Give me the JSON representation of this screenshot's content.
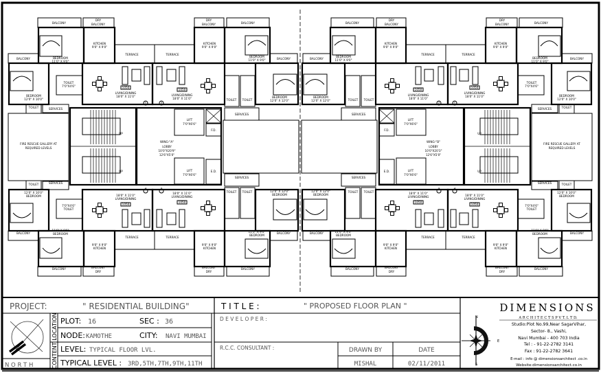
{
  "floor_plan": {
    "unit_rooms": {
      "balcony": "BALCONY",
      "dry_balcony_1": "DRY",
      "dry_balcony_2": "BALCONY",
      "bedroom": "BEDROOM",
      "bedroom_small_dim": "11'0\" X 9'0\"",
      "bedroom_large_dim": "12'0\" X 12'0\"",
      "bedroom_large_dim_alt": "12'0\" X 10'0\"",
      "kitchen": "KITCHEN",
      "kitchen_dim": "9'0\" X 9'0\"",
      "terrace": "TERRACE",
      "toilet": "TOILET",
      "toilet_dim": "7'0\"X4'6\"",
      "living": "LIVING/DINING",
      "living_dim": "18'0\" X 11'0\"",
      "area": "1050",
      "services": "SERVICES",
      "fire_gallery_1": "FIRE RESCUE GALLERY AT",
      "fire_gallery_2": "REQUIRED LEVELS",
      "up": "UP",
      "lift": "LIFT",
      "lift_dim": "7'0\"X6'6\"",
      "fd": "F.D.",
      "ed": "E.D."
    },
    "wings": [
      {
        "lobby_title": "WING-\"A\"",
        "lobby": "LOBBY",
        "dim1": "10'0\"X20'9\"",
        "dim2": "12'6\"X5'0\"",
        "flat_numbers": [
          "1",
          "2",
          "4",
          "3"
        ]
      },
      {
        "lobby_title": "WING-\"B\"",
        "lobby": "LOBBY",
        "dim1": "10'0\"X20'3\"",
        "dim2": "12'6\"X5'0\"",
        "flat_numbers": [
          "1",
          "2",
          "4",
          "3"
        ]
      }
    ]
  },
  "title_block": {
    "project_label": "PROJECT:",
    "project_value": "\" RESIDENTIAL BUILDING\"",
    "north_label": "N O R T H",
    "side_label": "CONTENT LOCATION",
    "plot_label": "PLOT:",
    "plot_value": "16",
    "sec_label": "SEC :",
    "sec_value": "36",
    "node_label": "NODE:",
    "node_value": "KAMOTHE",
    "city_label": "CITY:",
    "city_value": "NAVI MUMBAI",
    "level_label": "LEVEL:",
    "level_value": "TYPICAL FLOOR LVL.",
    "typical_label": "TYPICAL LEVEL :",
    "typical_value": "3RD,5TH,7TH,9TH,11TH",
    "title_label": "T I T L E :",
    "title_value": "\" PROPOSED FLOOR PLAN \"",
    "developer_label": "D E V E L O P E R :",
    "rcc_label": "R.C.C. CONSULTANT :",
    "drawn_by_label": "DRAWN BY",
    "drawn_by_value": "MISHAL",
    "date_label": "DATE",
    "date_value": "02/11/2011"
  },
  "firm": {
    "name": "DIMENSIONS",
    "subtitle": "A R C H I T E C T S  P V T.  L T D.",
    "address1": "Studio:Plot No.99,Near SagarVihar,",
    "address2": "Sector- 8., Vashi,",
    "address3": "Navi Mumbai - 400 703 India",
    "tel": "Tel : - 91-22-2782 3141",
    "fax": "Fax : 91-22-2782 3641",
    "email": "E-mail : info @ dimensionsarchitect .co.in",
    "website": "Website:dimensionsarchitect.co.in",
    "compass_n": "N",
    "compass_e": "E",
    "compass_s": "S"
  }
}
